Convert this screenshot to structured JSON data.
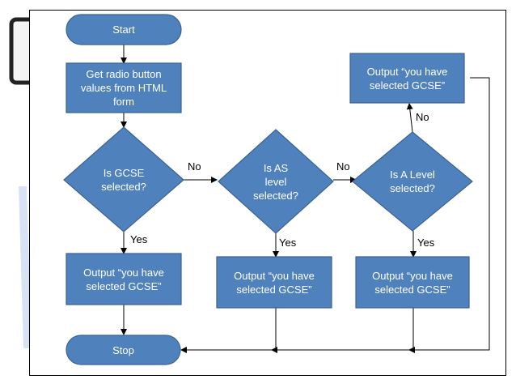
{
  "colors": {
    "node_fill": "#4f81bd",
    "node_stroke": "#3a6293",
    "line": "#000000"
  },
  "nodes": {
    "start": "Start",
    "get_values": "Get radio button\nvalues from HTML\nform",
    "q_gcse": "Is GCSE\nselected?",
    "q_as": "Is AS\nlevel\nselected?",
    "q_alevel": "Is A Level\nselected?",
    "out_1": "Output “you have\nselected GCSE”",
    "out_2": "Output “you have\nselected GCSE”",
    "out_3": "Output “you have\nselected GCSE”",
    "out_top": "Output “you have\nselected GCSE”",
    "stop": "Stop"
  },
  "edges": {
    "gcse_no": "No",
    "as_no": "No",
    "alevel_no": "No",
    "gcse_yes": "Yes",
    "as_yes": "Yes",
    "alevel_yes": "Yes"
  }
}
